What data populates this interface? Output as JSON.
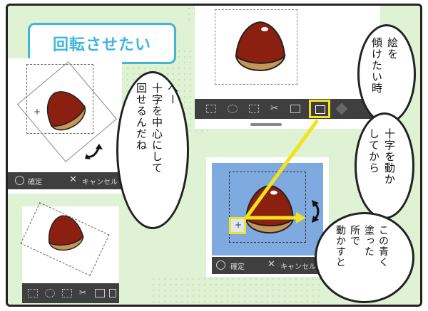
{
  "title": "回転させたい",
  "colors": {
    "accent": "#3fb6de",
    "highlight": "#f2e31a",
    "selection_bg": "#7eaae0",
    "toolbar": "#3f3f3f",
    "frame_bg": "#dff2d3"
  },
  "panel_left": {
    "confirm_label": "確定",
    "cancel_label": "キャンセル"
  },
  "panel_bottom_right": {
    "confirm_label": "確定",
    "cancel_label": "キャンセル"
  },
  "bubbles": {
    "right_top": "絵を\n傾けたい時",
    "right_middle": "十字を動か\nしてから",
    "right_bottom": "この青く\n塗った\n所で\n動かすと",
    "left": "へー\n十字を中心にして\n回せるんだね"
  },
  "icons": [
    "select-icon",
    "lasso-icon",
    "fill-select-icon",
    "cut-icon",
    "copy-icon",
    "transform-icon",
    "clear-icon",
    "fill-icon"
  ]
}
